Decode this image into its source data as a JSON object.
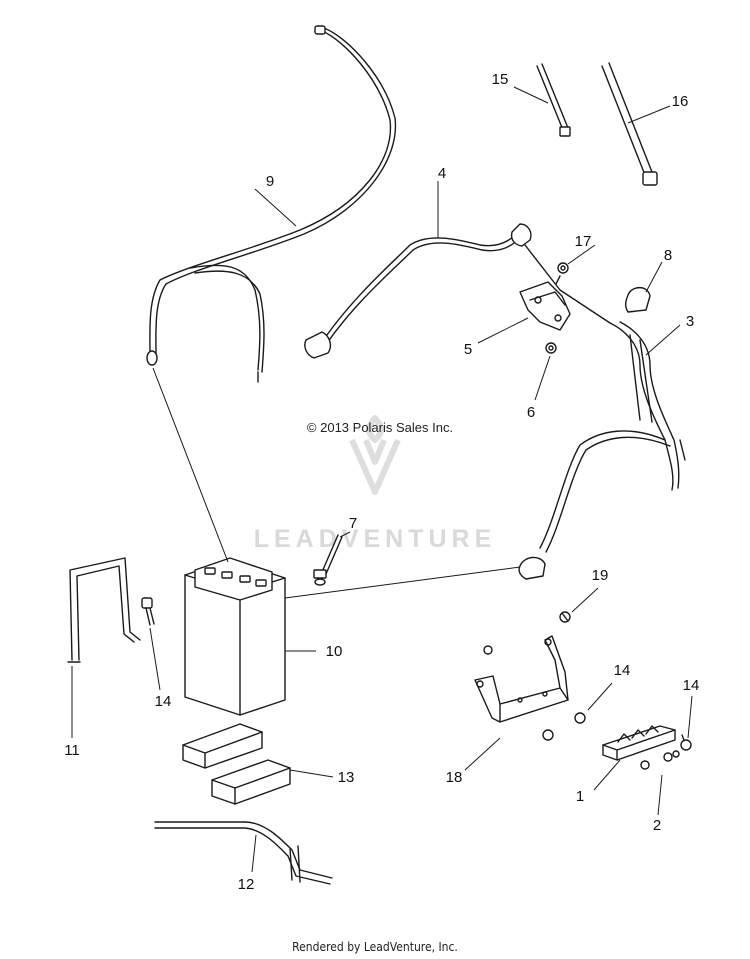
{
  "copyright": "© 2013 Polaris Sales Inc.",
  "watermark": "LEADVENTURE",
  "footer": "Rendered by LeadVenture, Inc.",
  "callouts": {
    "c1": "1",
    "c2": "2",
    "c3": "3",
    "c4": "4",
    "c5": "5",
    "c6": "6",
    "c7": "7",
    "c8": "8",
    "c9": "9",
    "c10": "10",
    "c11": "11",
    "c12": "12",
    "c13": "13",
    "c14a": "14",
    "c14b": "14",
    "c14c": "14",
    "c15": "15",
    "c16": "16",
    "c17": "17",
    "c18": "18",
    "c19": "19"
  }
}
